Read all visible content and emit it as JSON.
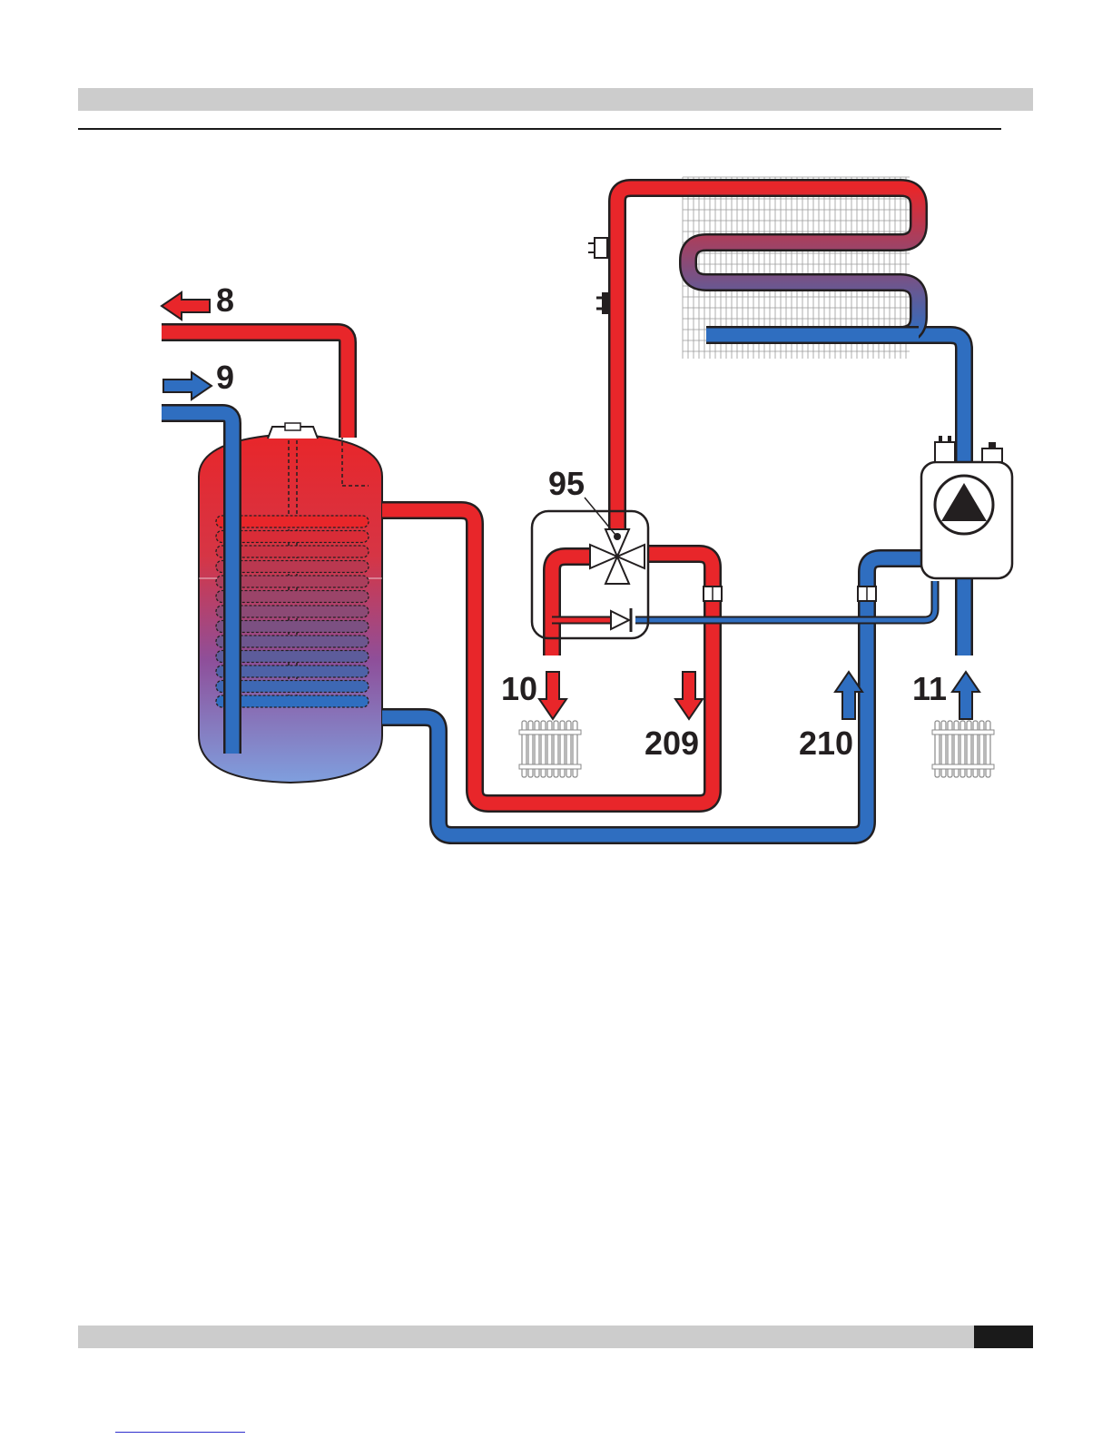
{
  "labels": {
    "hot_water_out": "8",
    "cold_water_in": "9",
    "mixing_valve": "95",
    "heating_flow": "10",
    "tank_flow": "209",
    "tank_return": "210",
    "heating_return": "11"
  },
  "colors": {
    "hot": "#e8262a",
    "cold": "#2f6ec0",
    "pipe_outline": "#231f20",
    "header_bar": "#cccccc"
  }
}
